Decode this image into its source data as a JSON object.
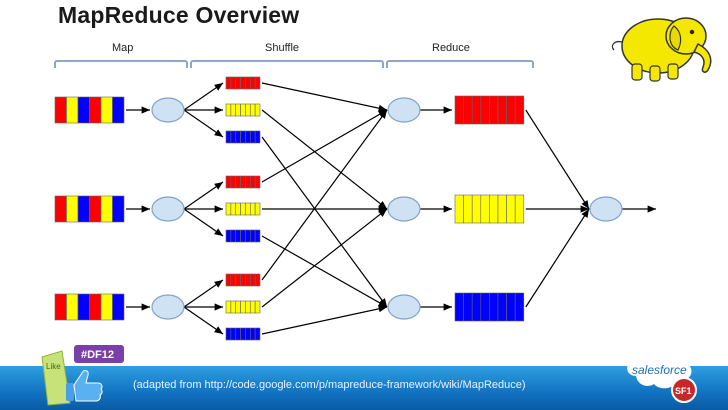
{
  "slide": {
    "title": "MapReduce Overview"
  },
  "phases": [
    {
      "key": "map",
      "label": "Map"
    },
    {
      "key": "shuffle",
      "label": "Shuffle"
    },
    {
      "key": "reduce",
      "label": "Reduce"
    }
  ],
  "colors": {
    "red": "#ff0000",
    "yellow": "#ffff00",
    "blue": "#0000ff",
    "node_fill": "#cfe2f3",
    "node_stroke": "#7fa3c9",
    "arrow": "#000000",
    "footer": "#1173c2",
    "elephant": "#f5e800"
  },
  "input_blocks": [
    [
      "red",
      "yellow",
      "blue",
      "red",
      "yellow",
      "blue"
    ],
    [
      "red",
      "yellow",
      "blue",
      "red",
      "yellow",
      "blue"
    ],
    [
      "red",
      "yellow",
      "blue",
      "red",
      "yellow",
      "blue"
    ]
  ],
  "shuffle_groups": [
    [
      "red",
      "yellow",
      "blue"
    ],
    [
      "red",
      "yellow",
      "blue"
    ],
    [
      "red",
      "yellow",
      "blue"
    ]
  ],
  "reduce_outputs": [
    "red",
    "yellow",
    "blue"
  ],
  "footer": {
    "caption": "(adapted from http://code.google.com/p/mapreduce-framework/wiki/MapReduce)",
    "badge_text": "#DF12",
    "badge_icon": "like-thumbs-up-icon",
    "brand_logo": "salesforce-cloud-logo",
    "brand_logo_text": "salesforce",
    "stamp_text": "SF1"
  },
  "decor": {
    "mascot": "hadoop-elephant-logo"
  }
}
